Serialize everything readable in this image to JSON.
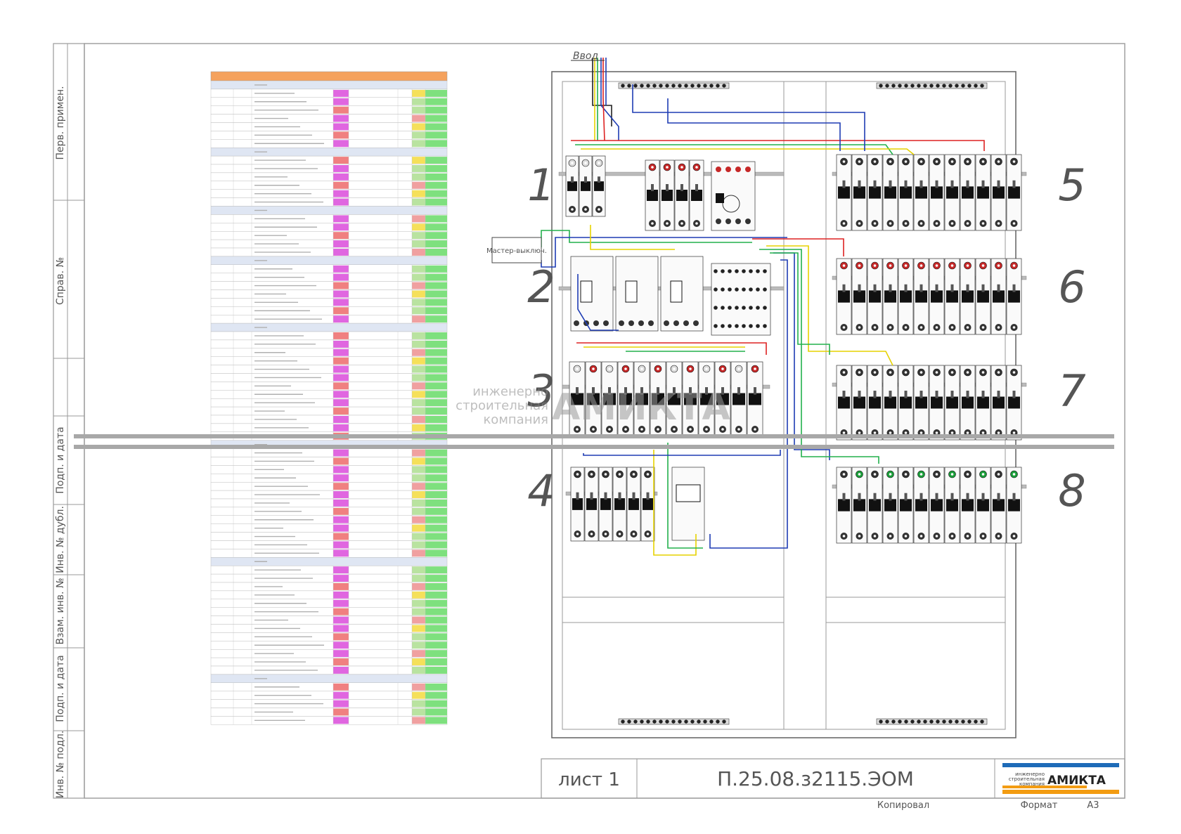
{
  "side_stamp": {
    "cells": [
      "Перв. примен.",
      "Справ. №",
      "Подп. и дата",
      "Инв. № дубл.",
      "Взам. инв. №",
      "Подп. и дата",
      "Инв. № подл."
    ]
  },
  "diagram": {
    "input_label": "Ввод",
    "master_switch_label": "Мастер-выключ.",
    "row_numbers": [
      "1",
      "2",
      "3",
      "4",
      "5",
      "6",
      "7",
      "8"
    ]
  },
  "watermark": {
    "lines": [
      "инженерно",
      "строительная",
      "компания"
    ],
    "brand": "АМИКТА"
  },
  "title_block": {
    "sheet_label": "лист 1",
    "document_code": "П.25.08.з2115.ЭОМ",
    "logo_lines": [
      "инженерно",
      "строительная",
      "компания"
    ],
    "logo_brand": "АМИКТА"
  },
  "footer": {
    "copied": "Копировал",
    "format_label": "Формат",
    "format_value": "А3"
  }
}
